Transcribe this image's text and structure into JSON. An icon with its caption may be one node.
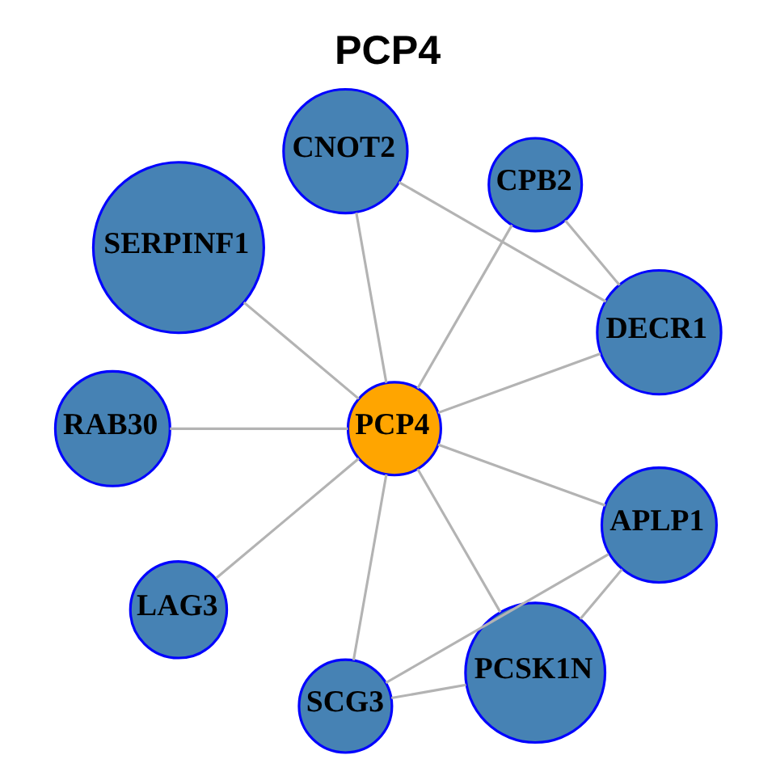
{
  "diagram": {
    "title": "PCP4",
    "nodes": [
      {
        "text": [
          "DECR1"
        ]
      },
      {
        "text": [
          "CPB2"
        ]
      },
      {
        "text": [
          "CNOT2"
        ]
      },
      {
        "text": [
          "SERPINF1"
        ]
      },
      {
        "text": [
          "PCP4"
        ]
      },
      {
        "text": [
          "RAB30"
        ]
      },
      {
        "text": [
          "LAG3"
        ]
      },
      {
        "text": [
          "SCG3"
        ]
      },
      {
        "text": [
          "PCSK1N"
        ]
      },
      {
        "text": [
          "APLP1"
        ]
      }
    ],
    "edges": [
      {
        "from": 4,
        "to": 0,
        "arrow": "none"
      },
      {
        "from": 4,
        "to": 1,
        "arrow": "none"
      },
      {
        "from": 4,
        "to": 2,
        "arrow": "none"
      },
      {
        "from": 4,
        "to": 3,
        "arrow": "none"
      },
      {
        "from": 4,
        "to": 5,
        "arrow": "none"
      },
      {
        "from": 4,
        "to": 6,
        "arrow": "none"
      },
      {
        "from": 4,
        "to": 7,
        "arrow": "none"
      },
      {
        "from": 4,
        "to": 8,
        "arrow": "none"
      },
      {
        "from": 4,
        "to": 9,
        "arrow": "none"
      },
      {
        "from": 1,
        "to": 0,
        "arrow": "none"
      },
      {
        "from": 0,
        "to": 2,
        "arrow": "none"
      },
      {
        "from": 7,
        "to": 8,
        "arrow": "none"
      },
      {
        "from": 7,
        "to": 9,
        "arrow": "none"
      },
      {
        "from": 9,
        "to": 8,
        "arrow": "none"
      }
    ]
  }
}
